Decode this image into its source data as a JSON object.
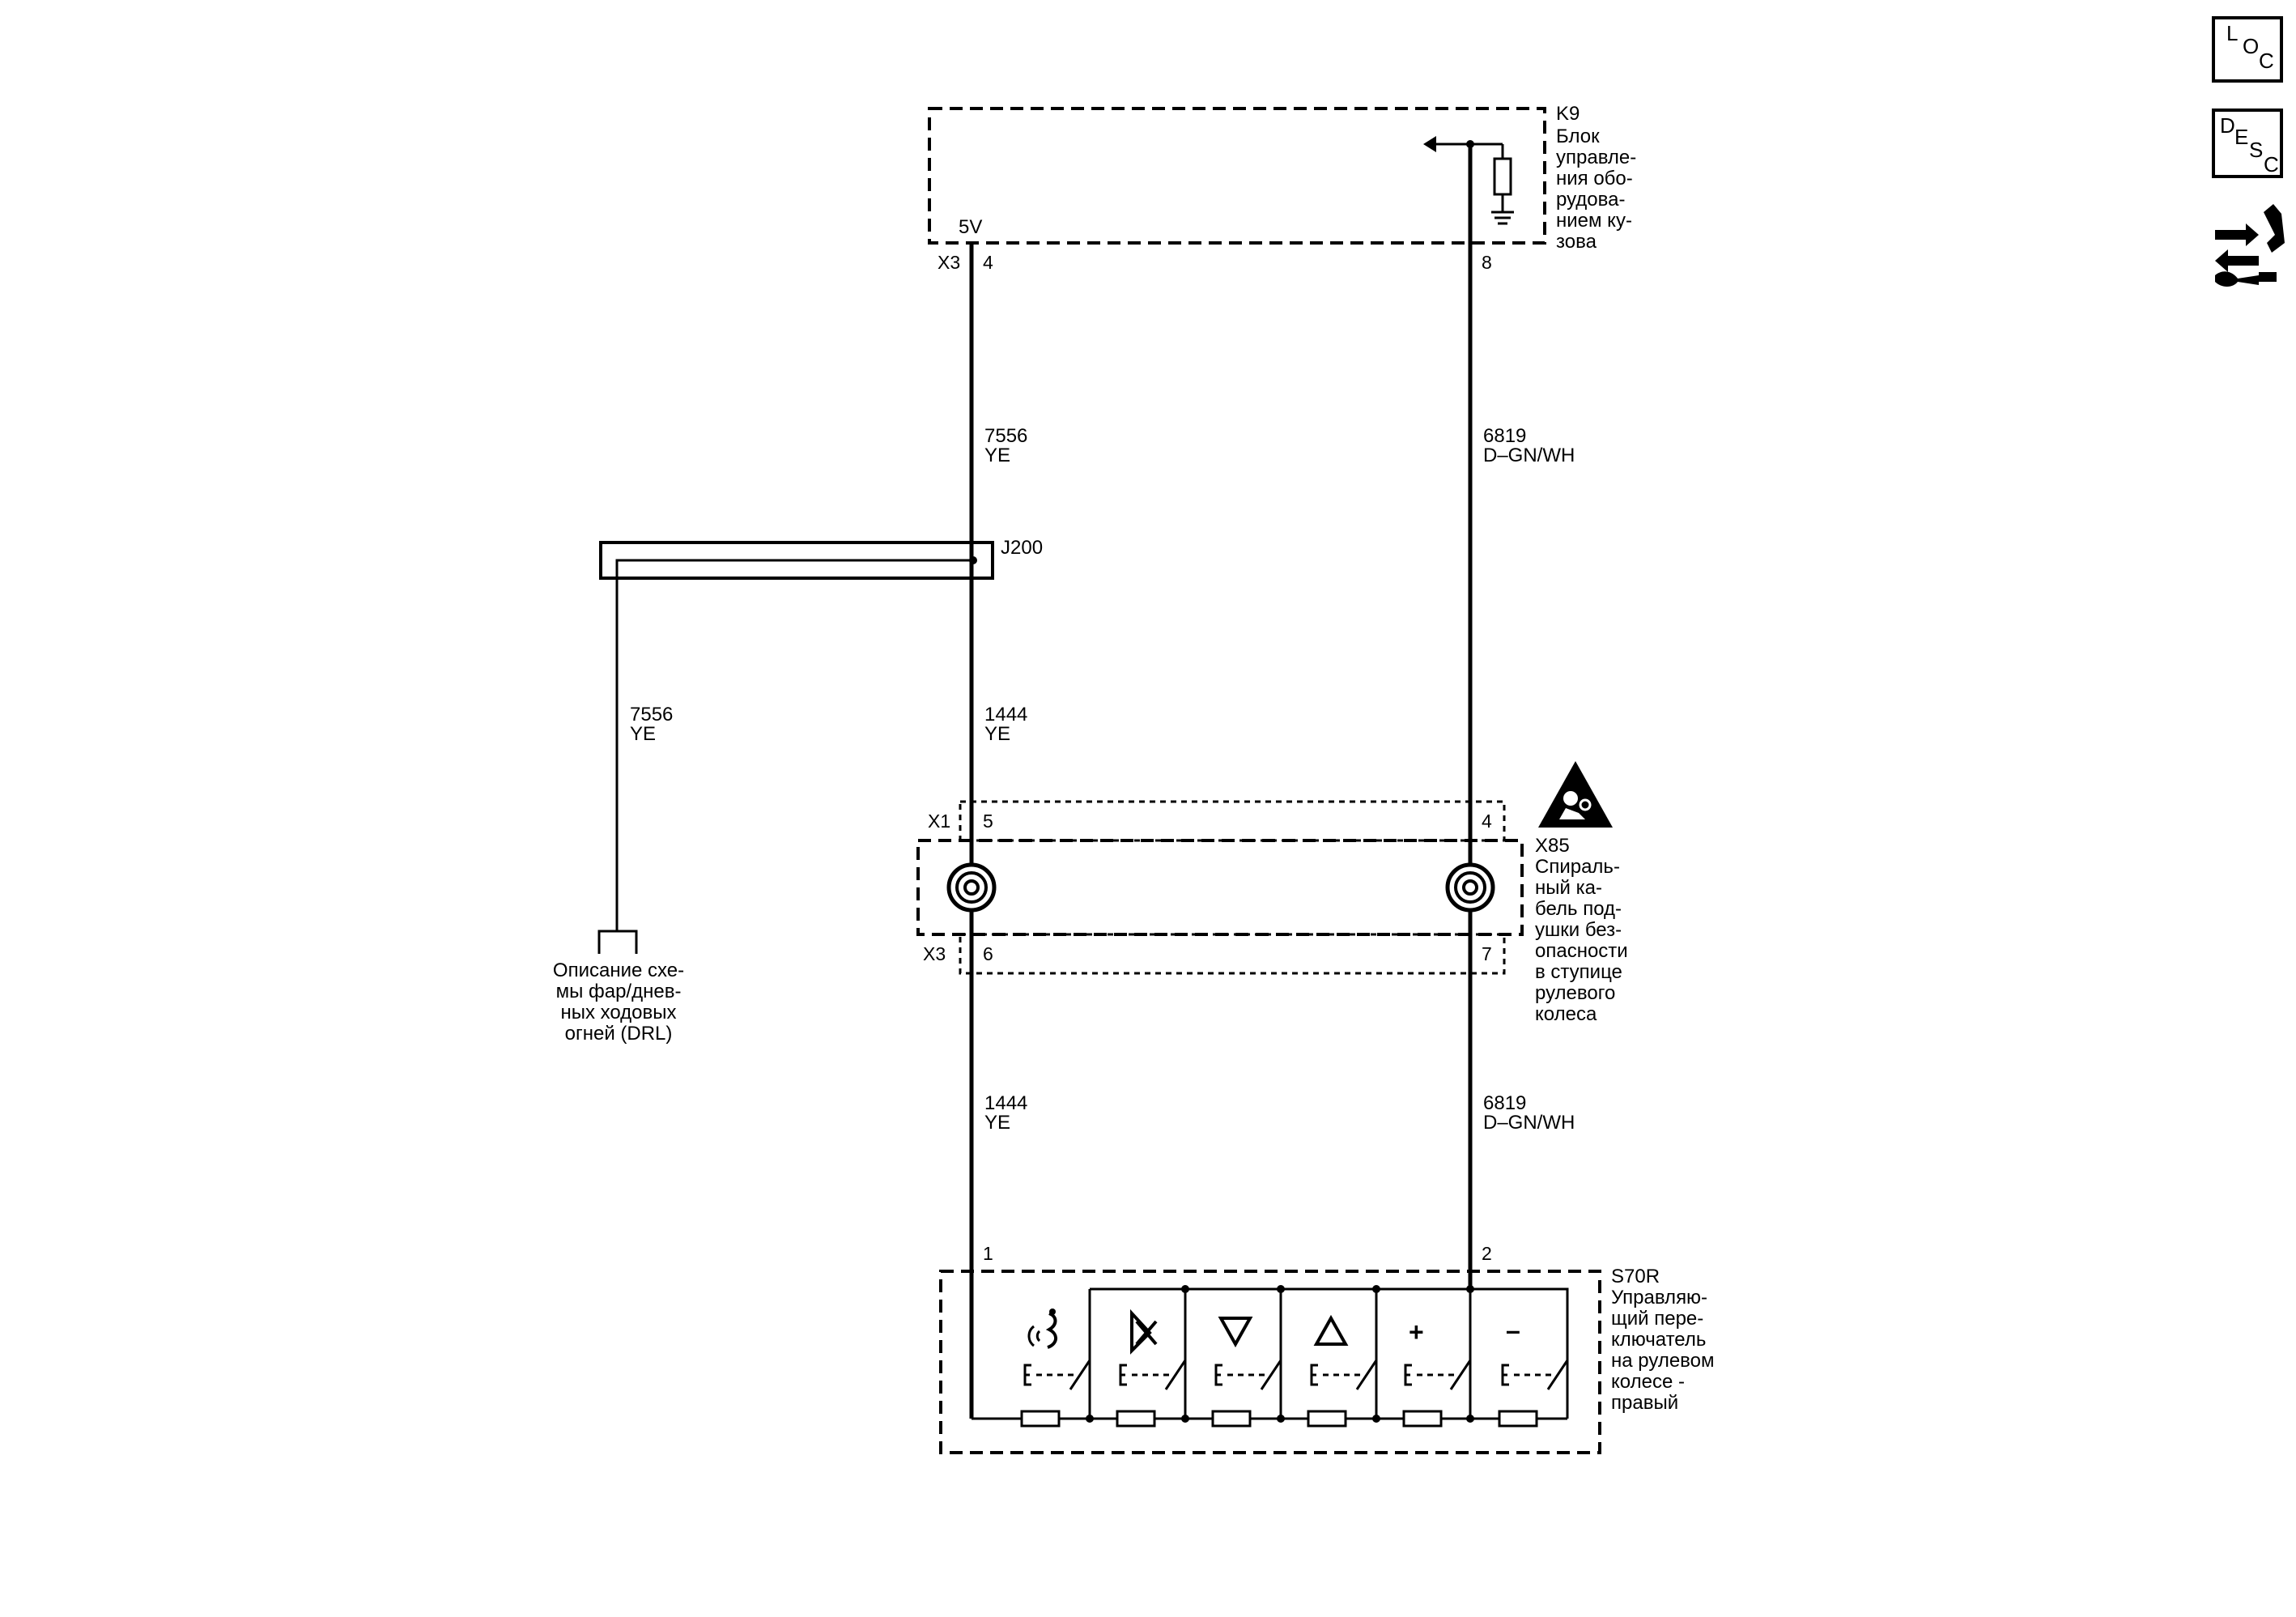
{
  "side_buttons": {
    "loc": [
      "L",
      "O",
      "C"
    ],
    "desc": [
      "D",
      "E",
      "S",
      "C"
    ],
    "tool_icon": "wrench-arrows-icon"
  },
  "k9": {
    "ref": "K9",
    "name_lines": [
      "Блок",
      "управле-",
      "ния обо-",
      "рудова-",
      "нием ку-",
      "зова"
    ],
    "voltage": "5V",
    "connector": "X3",
    "pin_left": "4",
    "pin_right": "8"
  },
  "wires": {
    "left_upper": {
      "circuit": "7556",
      "color": "YE"
    },
    "right_upper": {
      "circuit": "6819",
      "color": "D–GN/WH"
    },
    "left_middle": {
      "circuit": "1444",
      "color": "YE"
    },
    "branch": {
      "circuit": "7556",
      "color": "YE"
    },
    "left_lower": {
      "circuit": "1444",
      "color": "YE"
    },
    "right_lower": {
      "circuit": "6819",
      "color": "D–GN/WH"
    }
  },
  "splice": {
    "ref": "J200"
  },
  "reference_note": [
    "Описание схе-",
    "мы фар/днев-",
    "ных ходовых",
    "огней (DRL)"
  ],
  "x85": {
    "ref": "X85",
    "name_lines": [
      "Спираль-",
      "ный ка-",
      "бель под-",
      "ушки без-",
      "опасности",
      "в ступице",
      "рулевого",
      "колеса"
    ],
    "top_connector": "X1",
    "top_pin_left": "5",
    "top_pin_right": "4",
    "bottom_connector": "X3",
    "bottom_pin_left": "6",
    "bottom_pin_right": "7",
    "warning_icon": "airbag-warning-icon"
  },
  "s70r": {
    "ref": "S70R",
    "name_lines": [
      "Управляю-",
      "щий пере-",
      "ключатель",
      "на рулевом",
      "колесе -",
      "правый"
    ],
    "pin_left": "1",
    "pin_right": "2",
    "switches": [
      {
        "icon": "voice-icon",
        "symbol": ""
      },
      {
        "icon": "mute-icon",
        "symbol": ""
      },
      {
        "icon": "arrow-down-icon",
        "symbol": ""
      },
      {
        "icon": "arrow-up-icon",
        "symbol": ""
      },
      {
        "icon": "plus-icon",
        "symbol": "+"
      },
      {
        "icon": "minus-icon",
        "symbol": "–"
      }
    ]
  }
}
